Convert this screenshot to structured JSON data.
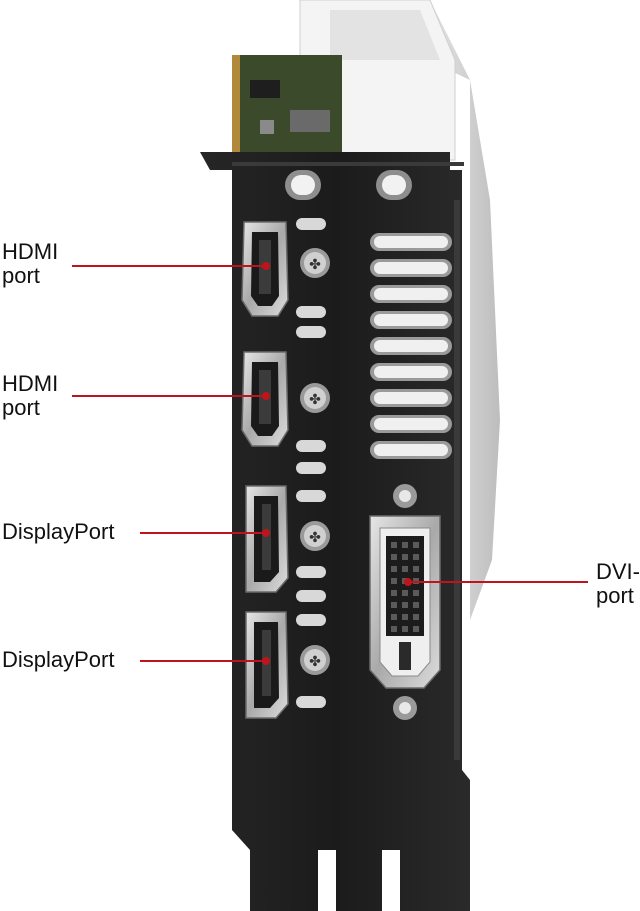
{
  "labels": {
    "hdmi_1": [
      "HDMI",
      "port"
    ],
    "hdmi_2": [
      "HDMI",
      "port"
    ],
    "displayport_1": "DisplayPort",
    "displayport_2": "DisplayPort",
    "dvi_d": [
      "DVI-D",
      "port"
    ]
  },
  "colors": {
    "callout": "#c0141c",
    "bracket": "#1f1f1f",
    "shroud": "#f1f1f1",
    "pcb": "#3d4a2a",
    "connector_metal": "#c9c9c9"
  }
}
